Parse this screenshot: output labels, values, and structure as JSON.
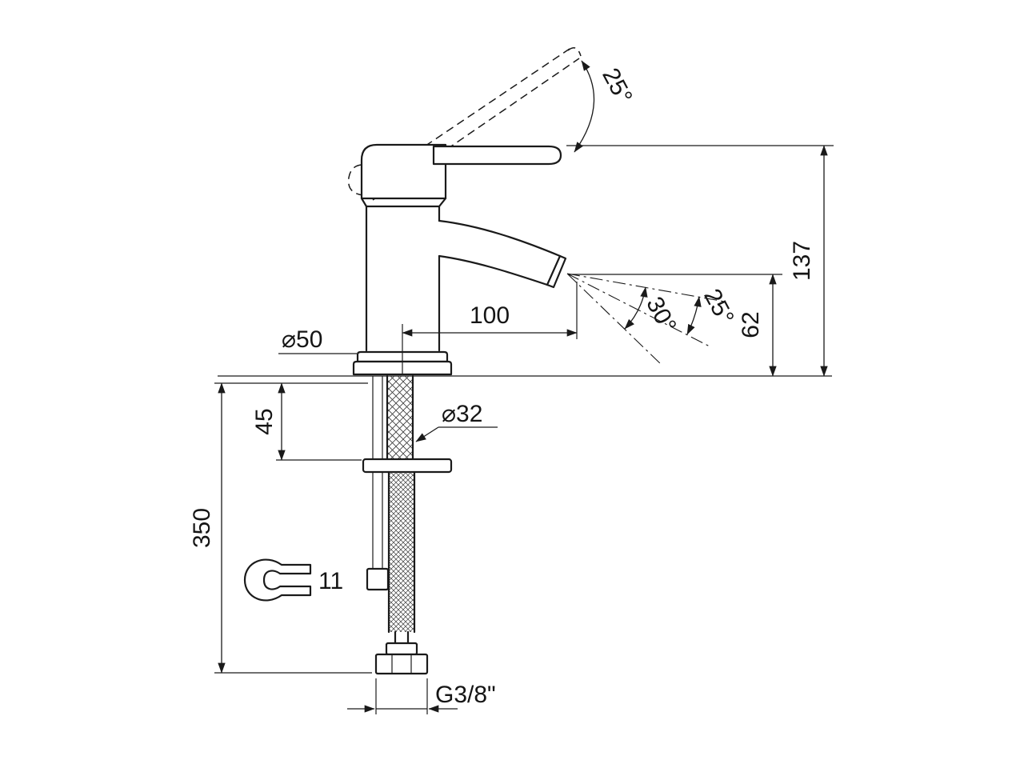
{
  "drawing": {
    "background": "#ffffff",
    "line_color": "#1a1a1a",
    "labels": {
      "handle_angle": "25°",
      "overall_height": "137",
      "spout_reach": "100",
      "outlet_height": "62",
      "spray_angle_inner": "30°",
      "spray_angle_outer": "25°",
      "base_diameter": "⌀50",
      "shank_diameter": "⌀32",
      "shank_length": "45",
      "hose_length": "350",
      "wrench_size": "11",
      "connection_thread": "G3/8\""
    }
  }
}
